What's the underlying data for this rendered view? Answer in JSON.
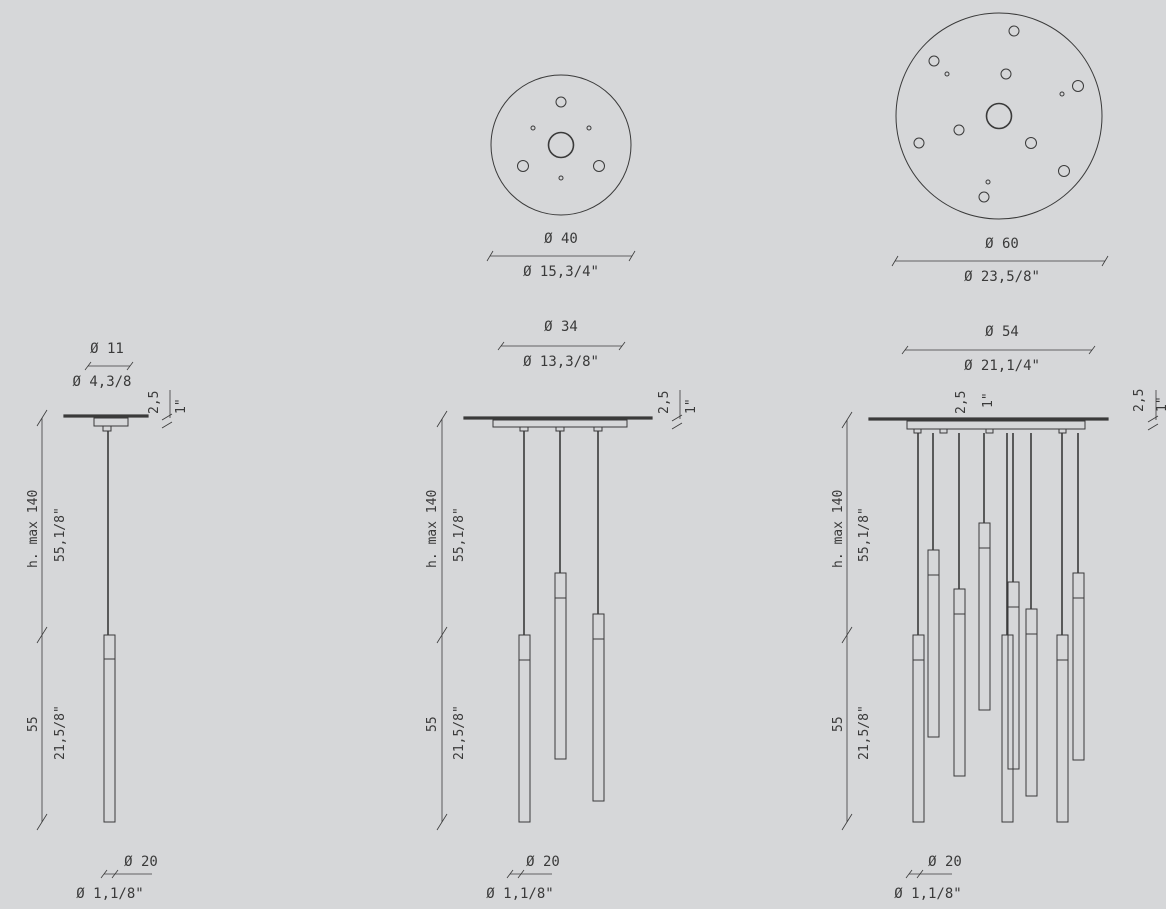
{
  "dimensions": {
    "canopy_small": "Ø 11",
    "canopy_small_in": "Ø 4,3/8",
    "canopy_medium": "Ø 34",
    "canopy_medium_in": "Ø 13,3/8\"",
    "canopy_large": "Ø 54",
    "canopy_large_in": "Ø 21,1/4\"",
    "disc_medium": "Ø 40",
    "disc_medium_in": "Ø 15,3/4\"",
    "disc_large": "Ø 60",
    "disc_large_in": "Ø 23,5/8\"",
    "canopy_height": "2,5",
    "canopy_height_in": "1\"",
    "height_max": "h. max 140",
    "height_max_in": "55,1/8\"",
    "tube_length": "55",
    "tube_length_in": "21,5/8\"",
    "tube_diameter": "Ø 20",
    "tube_diameter_in": "Ø 1,1/8\""
  }
}
